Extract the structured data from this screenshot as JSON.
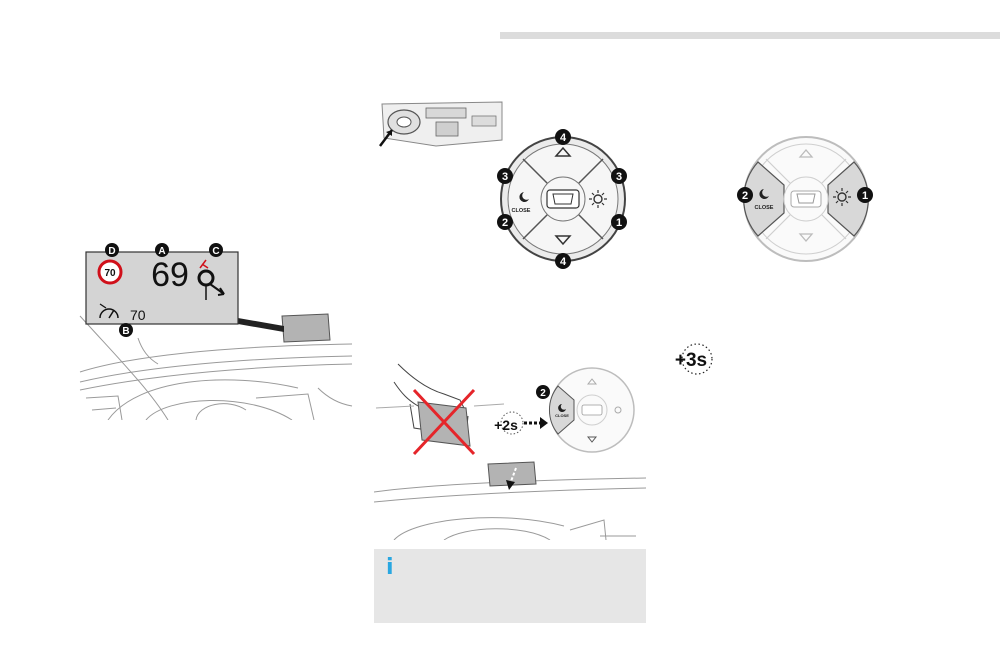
{
  "hud": {
    "callout_a": "A",
    "callout_b": "B",
    "callout_c": "C",
    "callout_d": "D",
    "speed_limit_sign": "70",
    "current_speed": "69",
    "cruise_speed": "70"
  },
  "control_pad_main": {
    "callout_4_top": "4",
    "callout_3_left": "3",
    "callout_3_right": "3",
    "callout_2": "2",
    "callout_1": "1",
    "callout_4_bottom": "4",
    "close_label": "CLOSE"
  },
  "control_pad_right": {
    "callout_2": "2",
    "callout_1": "1",
    "close_label": "CLOSE"
  },
  "hold_panel": {
    "callout_2": "2",
    "hold_duration": "+2s",
    "close_label": "CLOSE"
  },
  "long_press": {
    "duration": "+3s"
  },
  "info_box": {
    "icon_glyph": "i"
  }
}
